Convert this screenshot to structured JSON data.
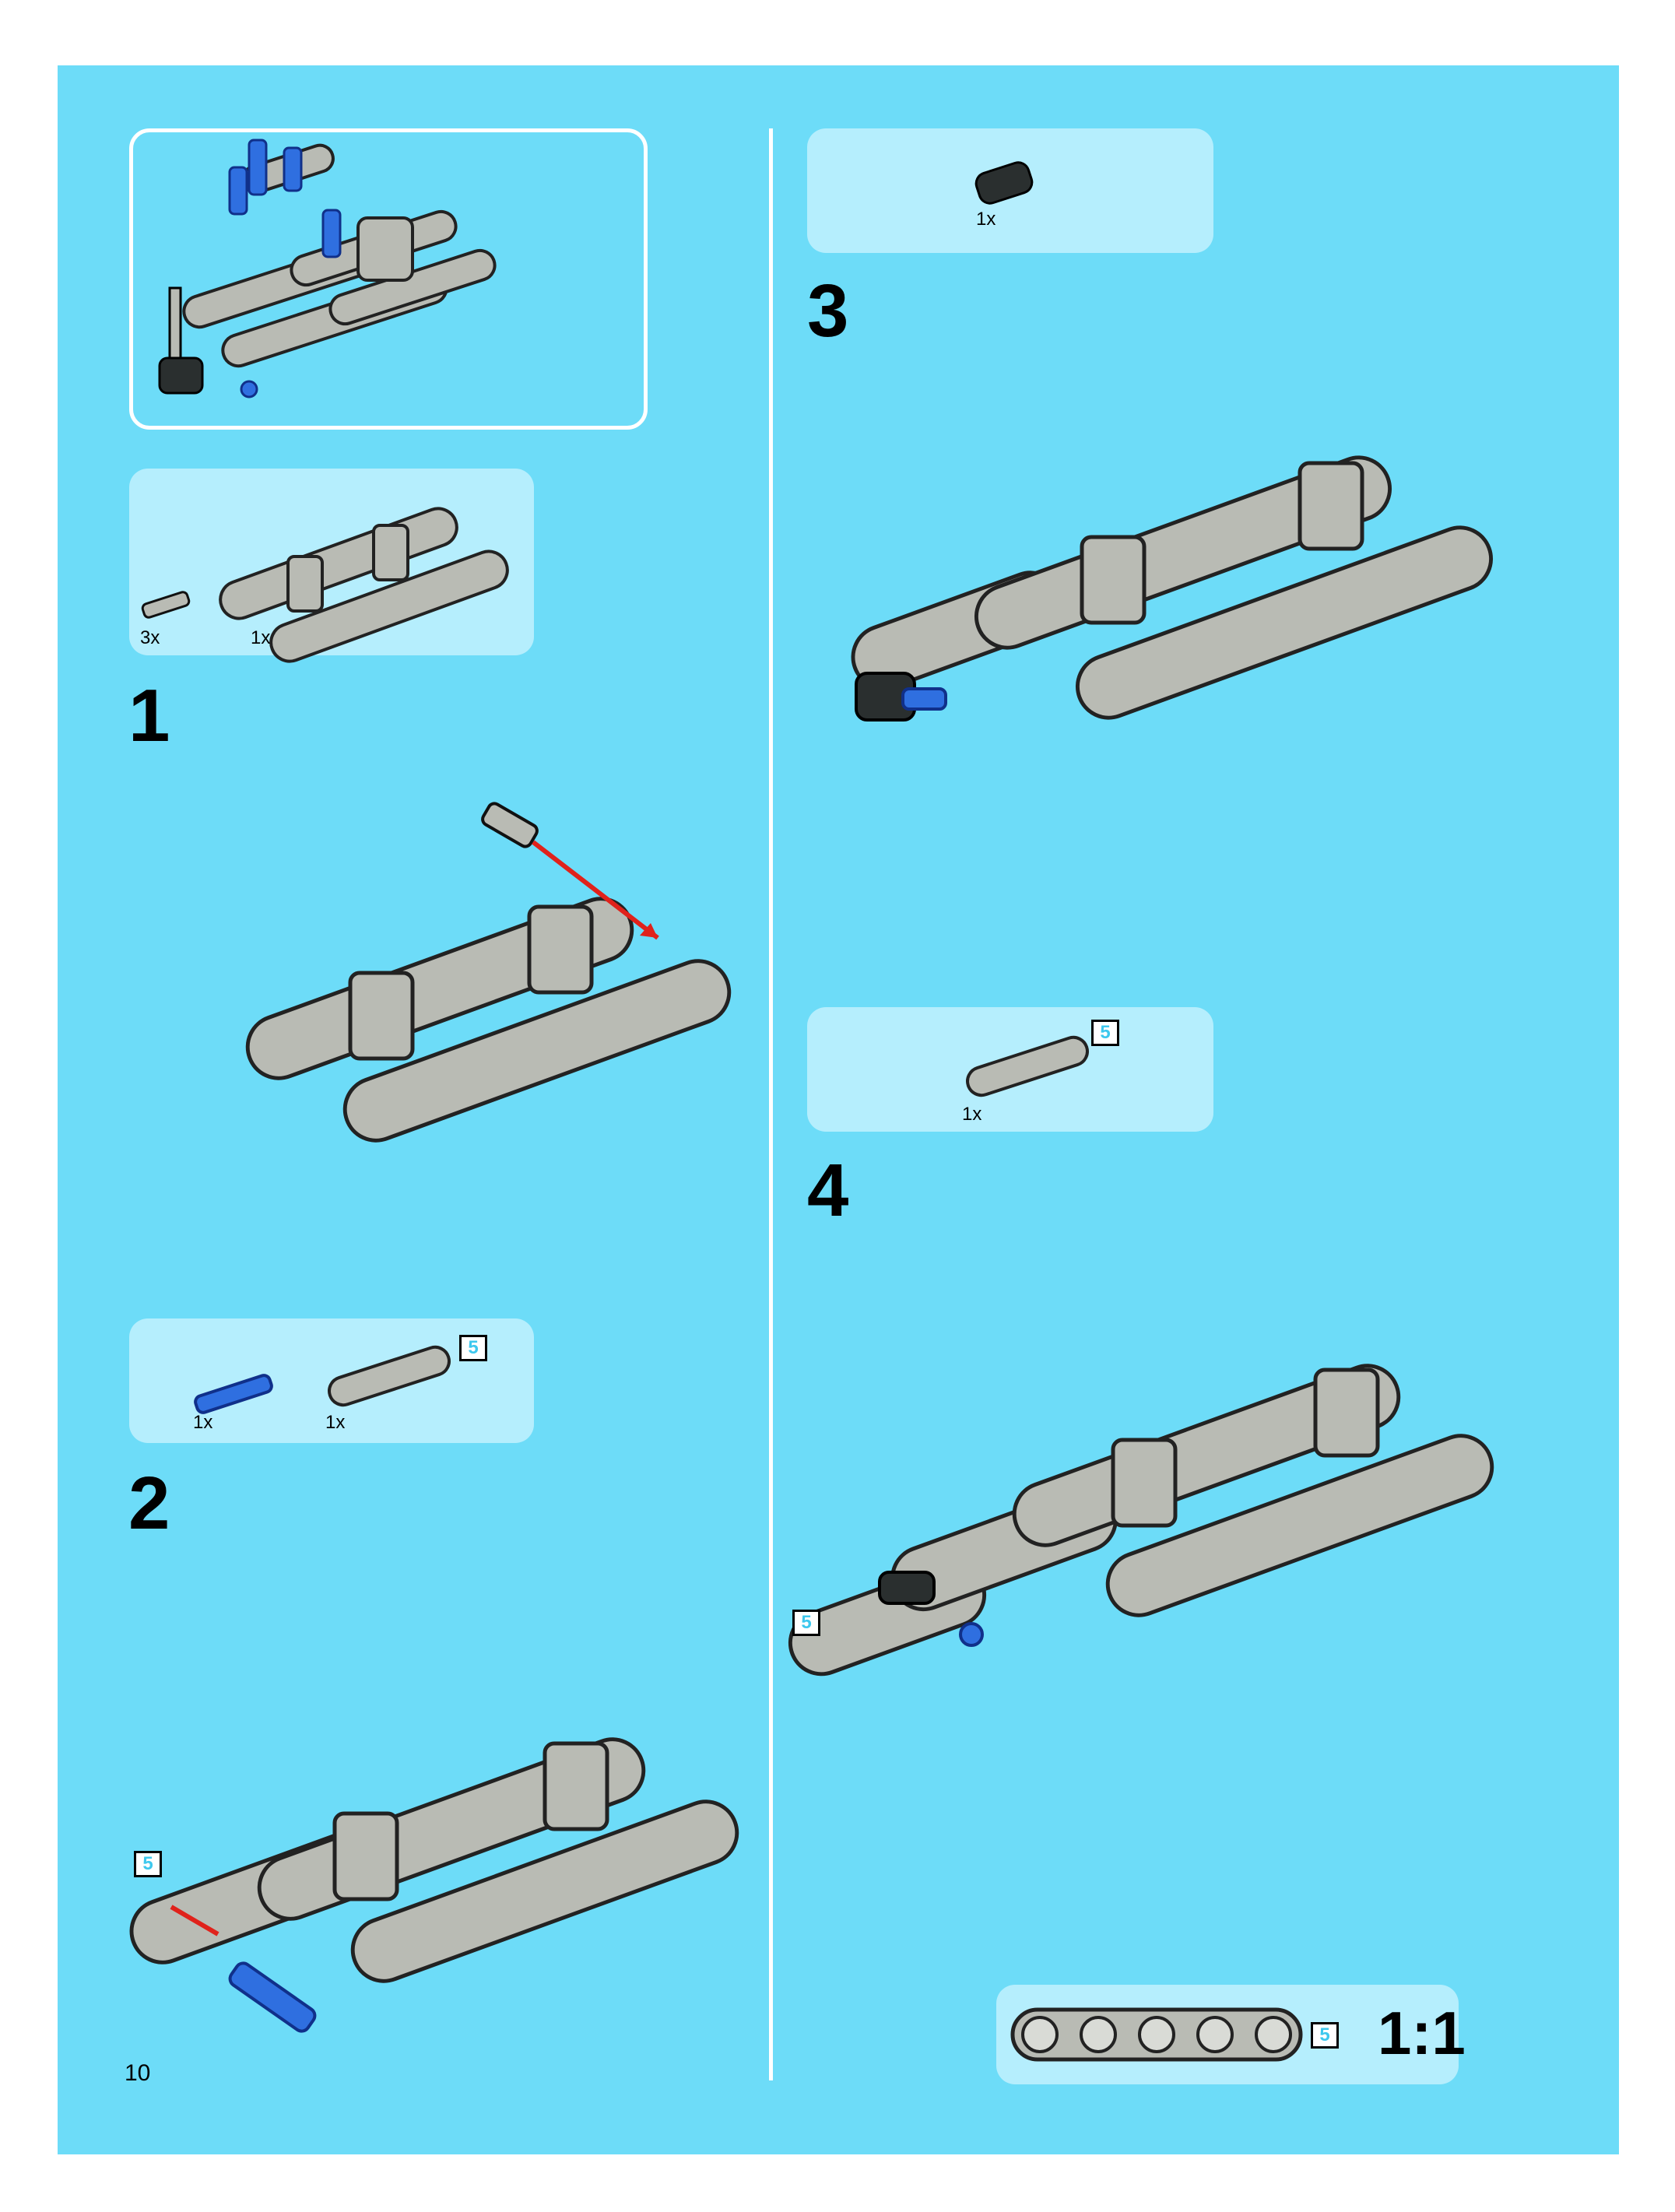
{
  "page_number": "10",
  "steps": [
    {
      "number": "1",
      "parts": [
        {
          "qty": "3x",
          "name": "connector-peg-icon"
        },
        {
          "qty": "1x",
          "name": "ladder-frame-icon"
        }
      ]
    },
    {
      "number": "2",
      "parts": [
        {
          "qty": "1x",
          "name": "blue-axle-pin-icon"
        },
        {
          "qty": "1x",
          "name": "beam-5-icon"
        }
      ],
      "length_tag": "5",
      "callout": "5"
    },
    {
      "number": "3",
      "parts": [
        {
          "qty": "1x",
          "name": "black-cross-block-icon"
        }
      ]
    },
    {
      "number": "4",
      "parts": [
        {
          "qty": "1x",
          "name": "beam-5-icon"
        }
      ],
      "length_tag": "5",
      "callout": "5"
    }
  ],
  "scale": {
    "label": "1:1",
    "length_tag": "5"
  },
  "colors": {
    "page": "#6ddcf8",
    "panel": "#b5eefd",
    "beam": "#b9bbb4",
    "blue": "#2f6fe0",
    "arrow": "#e0221b"
  }
}
